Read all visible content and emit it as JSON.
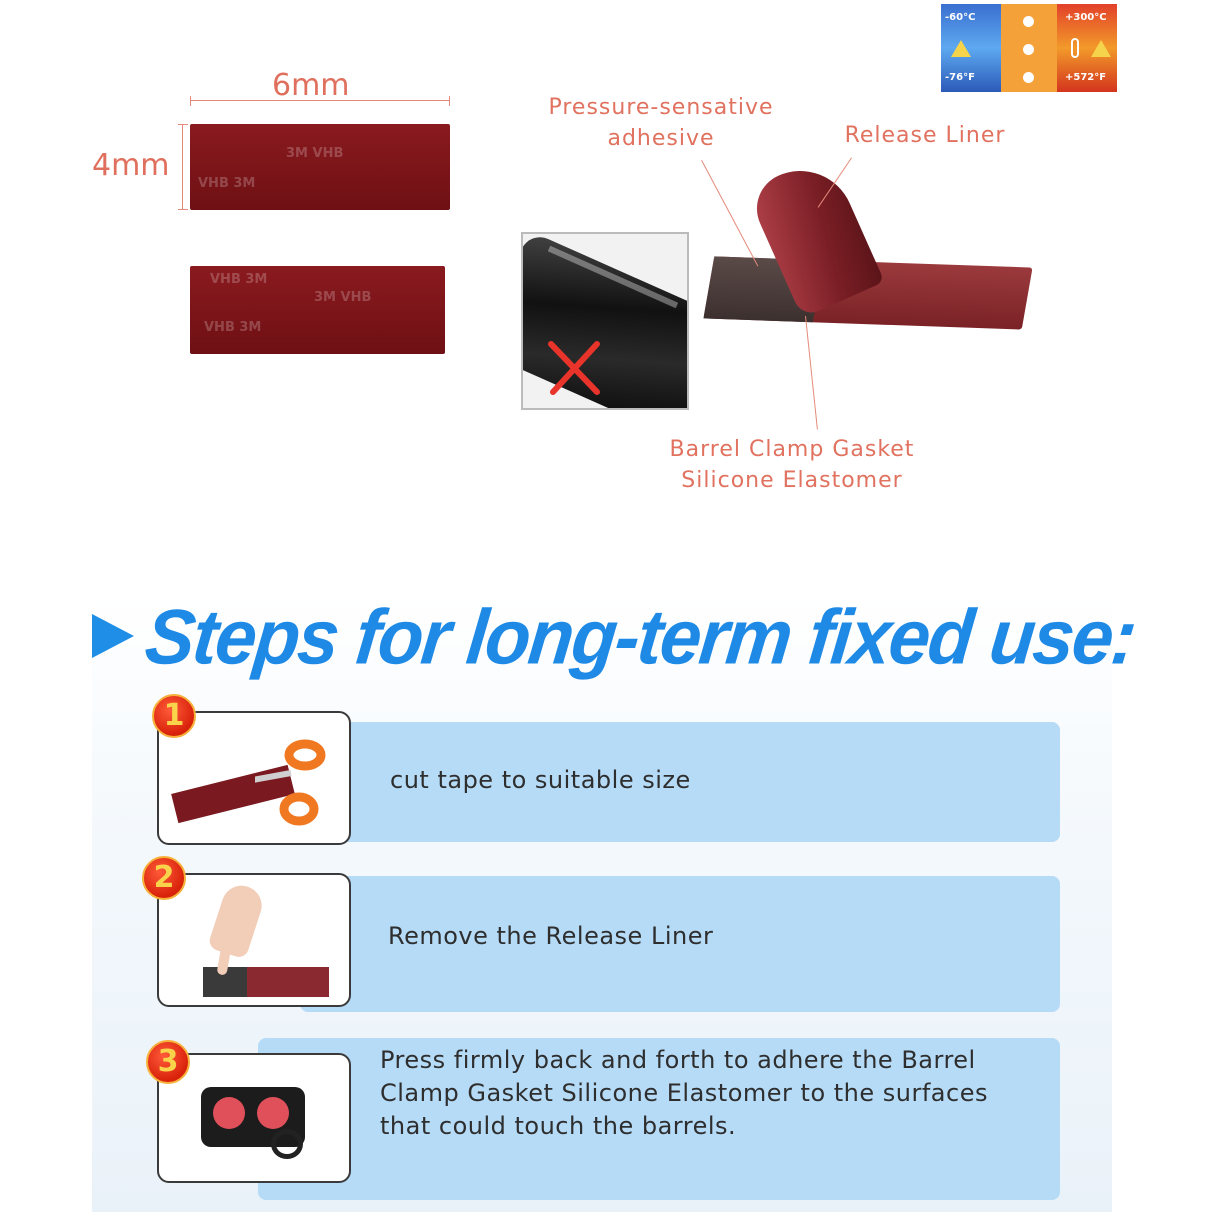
{
  "diagram": {
    "width_label": "6mm",
    "height_label": "4mm",
    "tape_print_a": "3M VHB",
    "tape_print_b": "VHB 3M",
    "barrel_mark": "X",
    "callout_psa": "Pressure-sensative\nadhesive",
    "callout_liner": "Release Liner",
    "callout_gasket": "Barrel Clamp Gasket\nSilicone Elastomer"
  },
  "temp_badge": {
    "low_c": "-60°C",
    "low_f": "-76°F",
    "high_c": "+300°C",
    "high_f": "+572°F"
  },
  "steps_section": {
    "heading": "Steps for long-term fixed use:",
    "steps": [
      {
        "number": "1",
        "text": "cut tape to suitable size"
      },
      {
        "number": "2",
        "text": "Remove the Release Liner"
      },
      {
        "number": "3",
        "text": "Press firmly back and forth to adhere the Barrel\nClamp Gasket Silicone Elastomer to the surfaces\nthat could touch the barrels."
      }
    ]
  }
}
